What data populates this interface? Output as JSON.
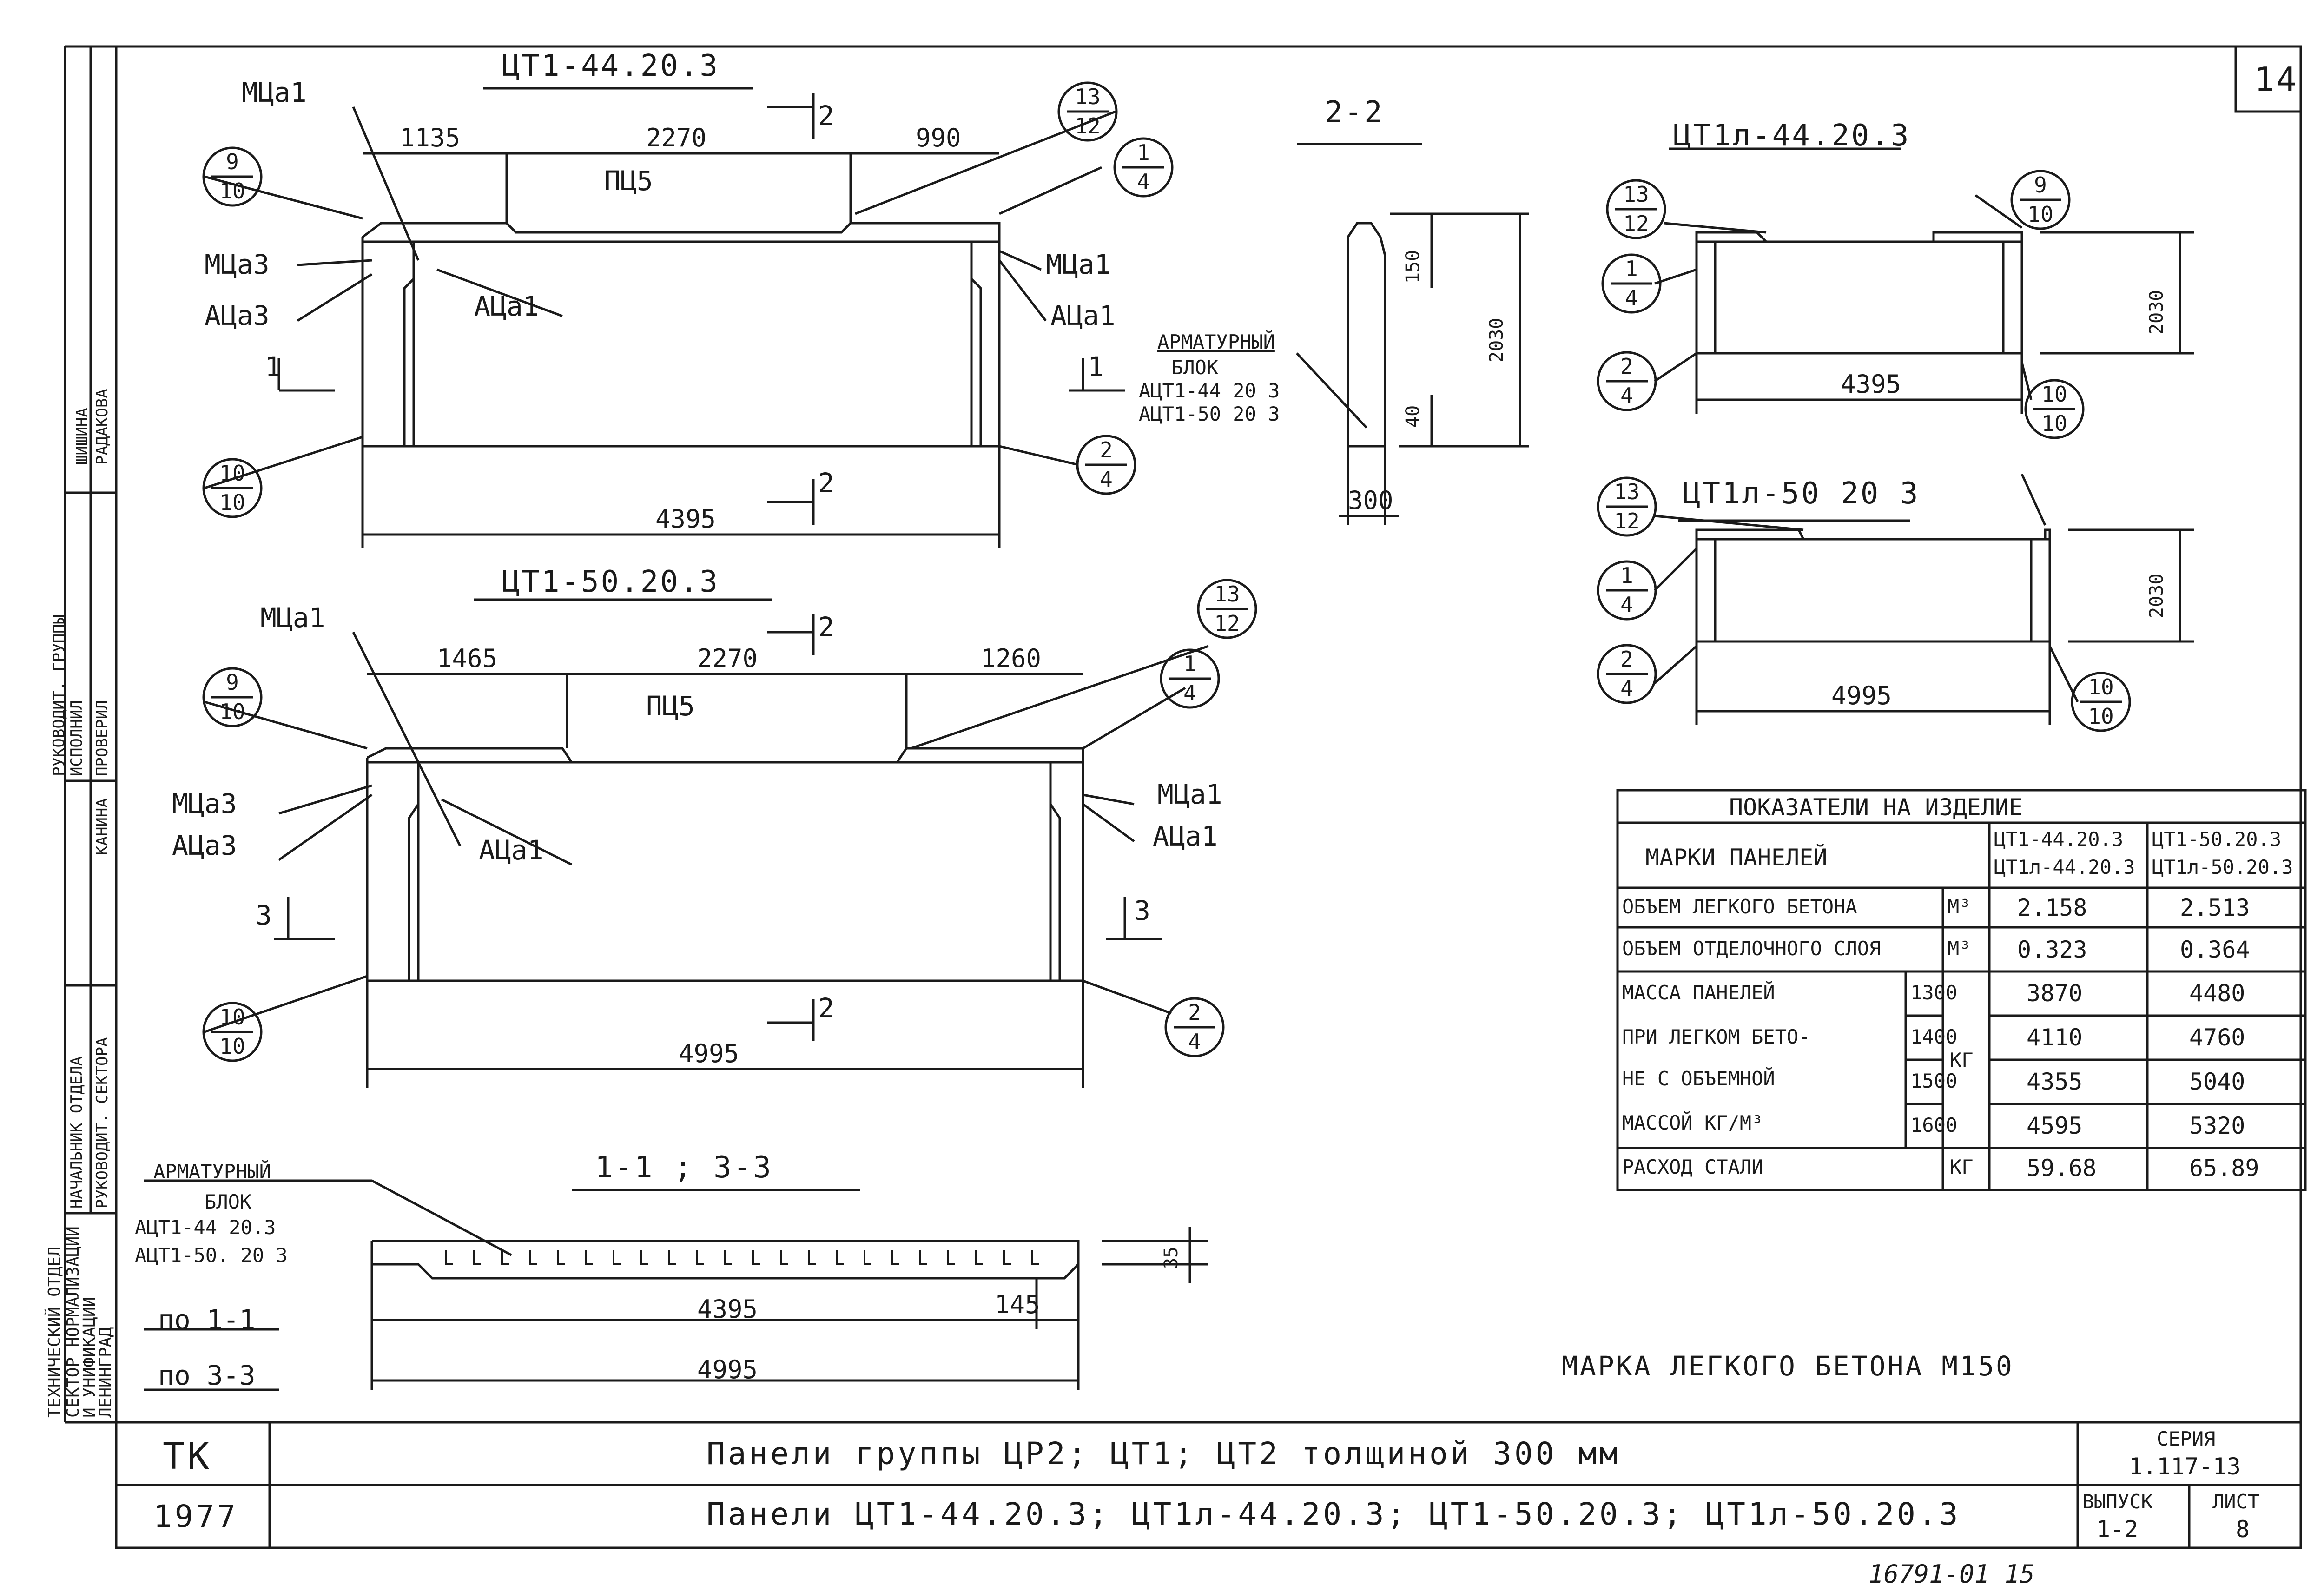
{
  "sheet": {
    "sheet_number_box": "14",
    "note": "МАРКА ЛЕГКОГО БЕТОНА М150",
    "bottom_number": "16791-01 15"
  },
  "views": {
    "v1": {
      "title": "ЦТ1-44.20.3",
      "dims": [
        "1135",
        "2270",
        "990",
        "4395"
      ],
      "labels": [
        "МЦа1",
        "ПЦ5",
        "МЦа3",
        "АЦа3",
        "АЦа1",
        "МЦа1",
        "АЦа1"
      ],
      "section_marks": [
        "1",
        "1",
        "2",
        "2"
      ],
      "callouts": [
        [
          "9",
          "10"
        ],
        [
          "13",
          "12"
        ],
        [
          "1",
          "4"
        ],
        [
          "10",
          "10"
        ],
        [
          "2",
          "4"
        ]
      ]
    },
    "v2": {
      "title": "ЦТ1-50.20.3",
      "dims": [
        "1465",
        "2270",
        "1260",
        "4995"
      ],
      "labels": [
        "МЦа1",
        "ПЦ5",
        "МЦа3",
        "АЦа3",
        "АЦа1",
        "МЦа1",
        "АЦа1"
      ],
      "section_marks": [
        "3",
        "3",
        "2",
        "2"
      ],
      "callouts": [
        [
          "9",
          "10"
        ],
        [
          "13",
          "12"
        ],
        [
          "1",
          "4"
        ],
        [
          "10",
          "10"
        ],
        [
          "2",
          "4"
        ]
      ]
    },
    "section22": {
      "title": "2-2",
      "block_label": [
        "АРМАТУРНЫЙ",
        "БЛОК",
        "АЦТ1-44 20 3",
        "АЦТ1-50 20 3"
      ],
      "dims": [
        "150",
        "2030",
        "40",
        "300"
      ]
    },
    "v3": {
      "title": "ЦТ1л-44.20.3",
      "dims": [
        "4395",
        "2030"
      ],
      "callouts": [
        [
          "13",
          "12"
        ],
        [
          "9",
          "10"
        ],
        [
          "1",
          "4"
        ],
        [
          "2",
          "4"
        ],
        [
          "10",
          "10"
        ]
      ]
    },
    "v4": {
      "title": "ЦТ1л-50 20 3",
      "dims": [
        "4995",
        "2030"
      ],
      "callouts": [
        [
          "13",
          "12"
        ],
        [
          "1",
          "4"
        ],
        [
          "2",
          "4"
        ],
        [
          "10",
          "10"
        ]
      ]
    },
    "section11": {
      "title": "1-1 ; 3-3",
      "block_label": [
        "АРМАТУРНЫЙ",
        "БЛОК",
        "АЦТ1-44 20.3",
        "АЦТ1-50. 20 3"
      ],
      "rows": [
        {
          "label": "по 1-1",
          "value": "4395"
        },
        {
          "label": "по 3-3",
          "value": "4995"
        }
      ],
      "dims": [
        "35",
        "145"
      ]
    }
  },
  "indicators_table": {
    "title": "ПОКАЗАТЕЛИ НА ИЗДЕЛИЕ",
    "mark_header": "МАРКИ ПАНЕЛЕЙ",
    "col1": [
      "ЦТ1-44.20.3",
      "ЦТ1л-44.20.3"
    ],
    "col2": [
      "ЦТ1-50.20.3",
      "ЦТ1л-50.20.3"
    ],
    "rows": [
      {
        "label": "ОБЪЕМ ЛЕГКОГО БЕТОНА",
        "unit": "М³",
        "v1": "2.158",
        "v2": "2.513"
      },
      {
        "label": "ОБЪЕМ ОТДЕЛОЧНОГО СЛОЯ",
        "unit": "М³",
        "v1": "0.323",
        "v2": "0.364"
      }
    ],
    "mass_label": [
      "МАССА ПАНЕЛЕЙ",
      "ПРИ ЛЕГКОМ БЕТО-",
      "НЕ С ОБЪЕМНОЙ",
      "МАССОЙ КГ/М³"
    ],
    "mass_unit": "КГ",
    "mass_rows": [
      {
        "density": "1300",
        "v1": "3870",
        "v2": "4480"
      },
      {
        "density": "1400",
        "v1": "4110",
        "v2": "4760"
      },
      {
        "density": "1500",
        "v1": "4355",
        "v2": "5040"
      },
      {
        "density": "1600",
        "v1": "4595",
        "v2": "5320"
      }
    ],
    "steel": {
      "label": "РАСХОД СТАЛИ",
      "unit": "КГ",
      "v1": "59.68",
      "v2": "65.89"
    }
  },
  "title_block": {
    "code": "ТК",
    "year": "1977",
    "line1": "Панели группы ЦР2; ЦТ1; ЦТ2 толщиной 300 мм",
    "line2": "Панели ЦТ1-44.20.3; ЦТ1л-44.20.3; ЦТ1-50.20.3; ЦТ1л-50.20.3",
    "series_label": "СЕРИЯ",
    "series": "1.117-13",
    "issue_label": "ВЫПУСК",
    "issue": "1-2",
    "sheet_label": "ЛИСТ",
    "sheet": "8"
  },
  "side_stamp": {
    "org": [
      "ТЕХНИЧЕСКИЙ ОТДЕЛ",
      "СЕКТОР НОРМАЛИЗАЦИИ",
      "И УНИФИКАЦИИ",
      "ЛЕНИНГРАД"
    ],
    "roles": [
      "НАЧАЛЬНИК ОТДЕЛА",
      "РУКОВОДИТ. СЕКТОРА",
      "ИСПОЛНИЛ",
      "ПРОВЕРИЛ",
      "РУКОВОДИТ. ГРУППЫ"
    ],
    "names": [
      "КАНИНА",
      "РАДАКОВА",
      "ШИШИНА"
    ]
  }
}
